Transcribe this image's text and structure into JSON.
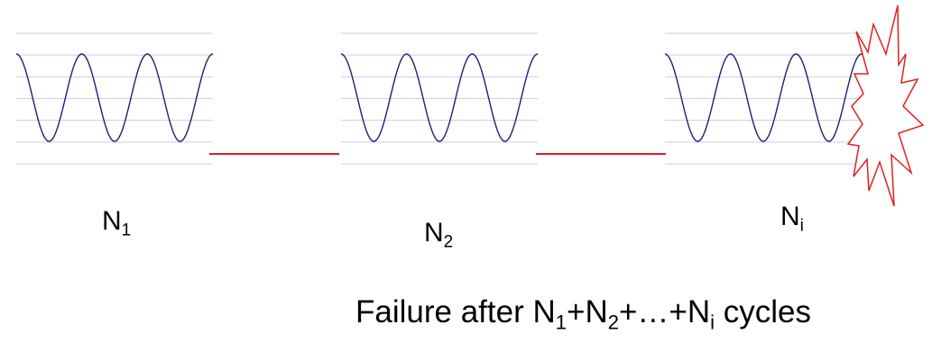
{
  "blocks": [
    {
      "id": "block-1",
      "label_main": "N",
      "label_sub": "1"
    },
    {
      "id": "block-2",
      "label_main": "N",
      "label_sub": "2"
    },
    {
      "id": "block-3",
      "label_main": "N",
      "label_sub": "i"
    }
  ],
  "caption": {
    "prefix": "Failure after ",
    "term1_main": "N",
    "term1_sub": "1",
    "plus1": "+",
    "term2_main": "N",
    "term2_sub": "2",
    "middle": "+…+",
    "term3_main": "N",
    "term3_sub": "i",
    "suffix": " cycles"
  },
  "colors": {
    "wave": "#1f1f7a",
    "grid": "#c9cdea",
    "connector": "#e02020",
    "burst": "#e02020"
  }
}
